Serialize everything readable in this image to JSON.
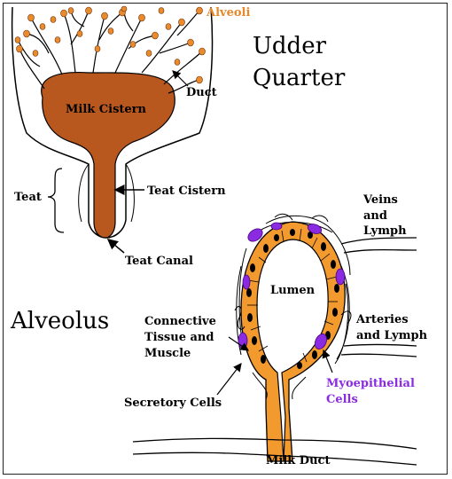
{
  "colors": {
    "milk": "#b8571e",
    "alveolus_cells": "#f29a2e",
    "myoepithelial": "#8a2be2",
    "alveoli_label": "#e5892c",
    "ink": "#000000"
  },
  "labels": {
    "alveoli": "Alveoli",
    "udder": "Udder",
    "quarter": "Quarter",
    "duct": "Duct",
    "milk_cistern": "Milk Cistern",
    "teat": "Teat",
    "teat_cistern": "Teat Cistern",
    "teat_canal": "Teat Canal",
    "veins_1": "Veins",
    "veins_2": "and",
    "veins_3": "Lymph",
    "lumen": "Lumen",
    "alveolus": "Alveolus",
    "connective_1": "Connective",
    "connective_2": "Tissue and",
    "connective_3": "Muscle",
    "arteries_1": "Arteries",
    "arteries_2": "and Lymph",
    "secretory": "Secretory Cells",
    "myo_1": "Myoepithelial",
    "myo_2": "Cells",
    "milk_duct": "Milk Duct"
  }
}
